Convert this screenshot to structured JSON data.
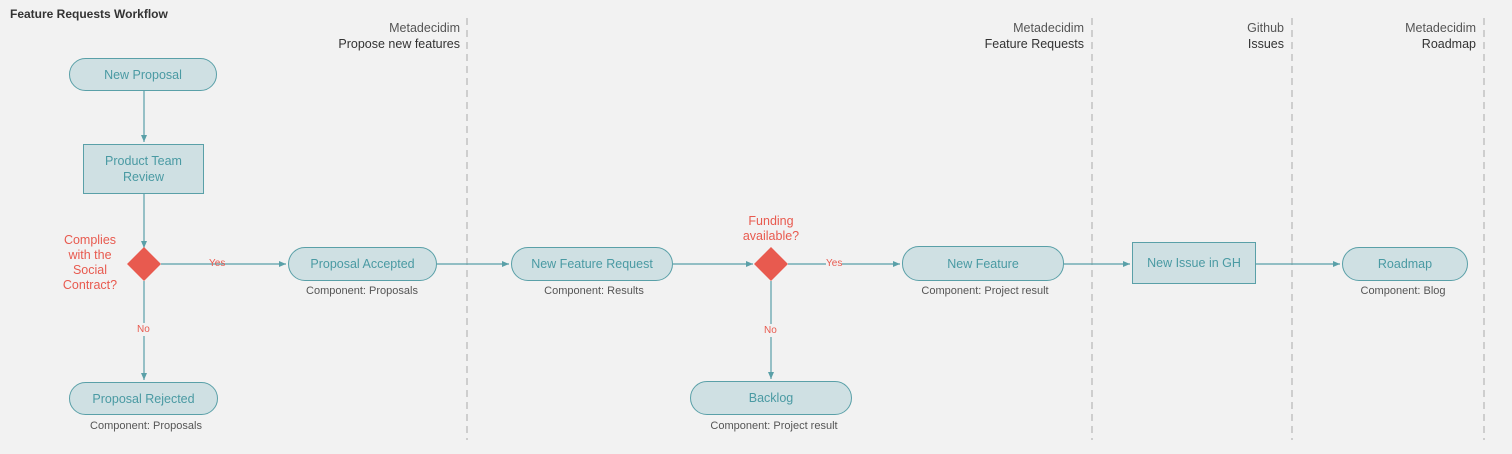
{
  "title": "Feature Requests Workflow",
  "lanes": [
    {
      "line1": "Metadecidim",
      "line2": "Propose new features"
    },
    {
      "line1": "Metadecidim",
      "line2": "Feature Requests"
    },
    {
      "line1": "Github",
      "line2": "Issues"
    },
    {
      "line1": "Metadecidim",
      "line2": "Roadmap"
    }
  ],
  "nodes": {
    "new_proposal": "New Proposal",
    "product_team_review": "Product Team Review",
    "proposal_accepted": "Proposal Accepted",
    "proposal_rejected": "Proposal Rejected",
    "new_feature_request": "New Feature Request",
    "backlog": "Backlog",
    "new_feature": "New Feature",
    "new_issue_gh": "New Issue in GH",
    "roadmap": "Roadmap"
  },
  "decisions": {
    "social_contract": "Complies with the Social Contract?",
    "funding": "Funding available?"
  },
  "edge_labels": {
    "yes1": "Yes",
    "no1": "No",
    "yes2": "Yes",
    "no2": "No"
  },
  "captions": {
    "proposal_accepted": "Component: Proposals",
    "proposal_rejected": "Component: Proposals",
    "new_feature_request": "Component: Results",
    "backlog": "Component: Project result",
    "new_feature": "Component: Project result",
    "roadmap": "Component: Blog"
  },
  "colors": {
    "background": "#f2f2f2",
    "node_fill": "#cfe0e3",
    "node_border": "#5aa0a8",
    "node_text": "#4a9aa3",
    "decision": "#e85a4f",
    "lane_divider": "#aaaaaa"
  }
}
